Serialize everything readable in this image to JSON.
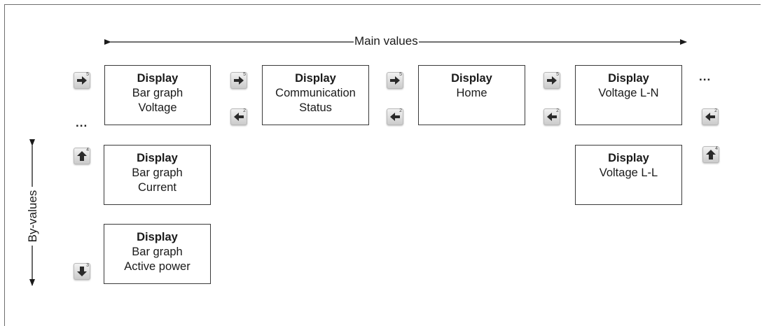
{
  "main_axis_label": "Main values",
  "by_axis_label": "By-values",
  "ellipsis": "...",
  "boxes": {
    "bar_voltage": {
      "title": "Display",
      "lines": [
        "Bar graph",
        "Voltage"
      ]
    },
    "comm_status": {
      "title": "Display",
      "lines": [
        "Communication",
        "Status"
      ]
    },
    "home": {
      "title": "Display",
      "lines": [
        "Home"
      ]
    },
    "voltage_ln": {
      "title": "Display",
      "lines": [
        "Voltage L-N"
      ]
    },
    "bar_current": {
      "title": "Display",
      "lines": [
        "Bar graph",
        "Current"
      ]
    },
    "bar_active_power": {
      "title": "Display",
      "lines": [
        "Bar graph",
        "Active power"
      ]
    },
    "voltage_ll": {
      "title": "Display",
      "lines": [
        "Voltage L-L"
      ]
    }
  },
  "keys": {
    "right": {
      "icon": "arrow-right-icon",
      "number": "5"
    },
    "left": {
      "icon": "arrow-left-icon",
      "number": "2"
    },
    "up": {
      "icon": "arrow-up-icon",
      "number": "4"
    },
    "down": {
      "icon": "arrow-down-icon",
      "number": "3"
    }
  }
}
